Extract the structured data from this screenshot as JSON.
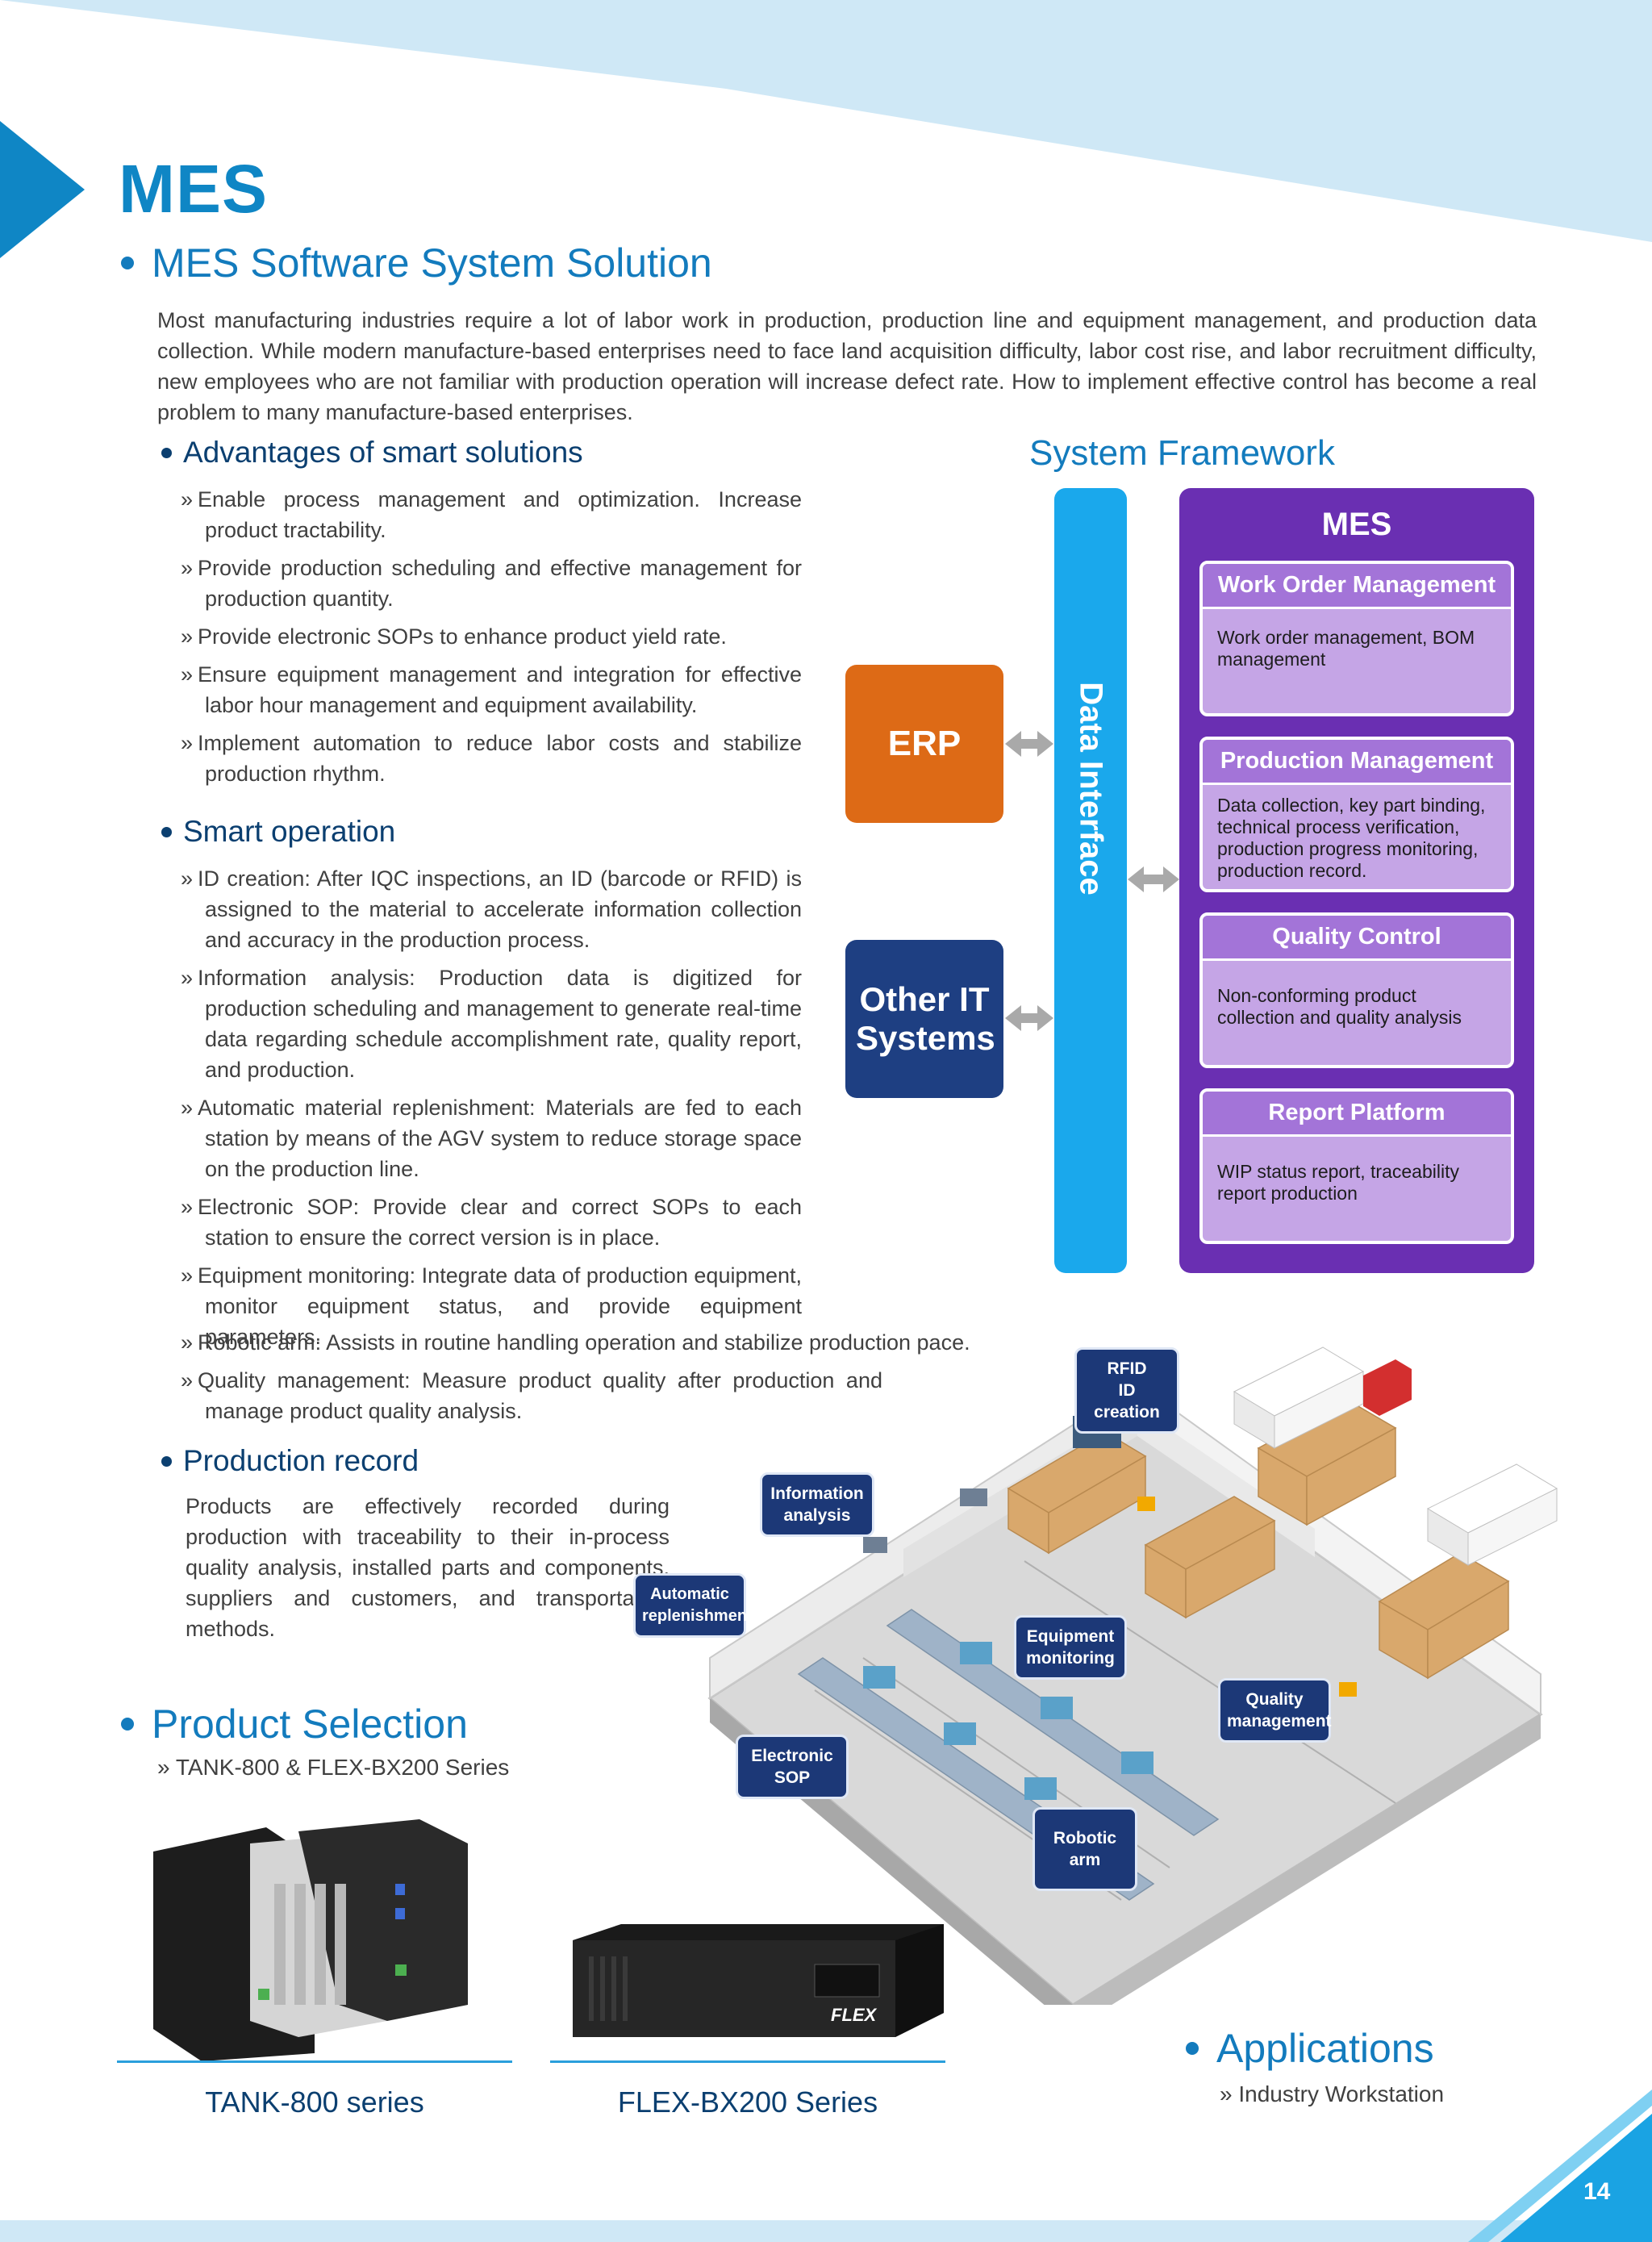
{
  "header": {
    "title": "MES"
  },
  "sections": {
    "solution": {
      "heading": "MES Software System Solution",
      "intro": "Most manufacturing industries require a lot of labor work in production, production line and equipment management, and production data collection. While modern manufacture-based enterprises need to face land acquisition difficulty, labor cost rise, and labor recruitment difficulty, new employees who are not familiar with production operation will increase defect rate. How to implement effective control has become a real problem to many manufacture-based enterprises."
    },
    "advantages": {
      "heading": "Advantages of smart solutions",
      "items": [
        "Enable process management and optimization. Increase product tractability.",
        "Provide production scheduling and effective management for production quantity.",
        "Provide electronic SOPs to enhance product yield rate.",
        "Ensure equipment management and integration for effective labor hour management and equipment availability.",
        "Implement automation to reduce labor costs and stabilize production rhythm."
      ]
    },
    "smart_operation": {
      "heading": "Smart operation",
      "items": [
        "ID creation: After IQC inspections, an ID (barcode or RFID) is assigned to the material to accelerate information collection and accuracy in the production process.",
        "Information analysis: Production data is digitized for production scheduling and management to generate real-time data regarding schedule accomplishment rate, quality report, and production.",
        "Automatic material replenishment: Materials are fed to each station by means of the AGV system to reduce storage space on the production line.",
        "Electronic SOP: Provide clear and correct SOPs to each station to ensure the correct version is in place.",
        "Equipment monitoring: Integrate data of production equipment, monitor equipment status, and provide equipment parameters.",
        "Robotic arm: Assists in routine handling operation and stabilize production pace.",
        "Quality management: Measure product quality after production and manage product quality analysis."
      ]
    },
    "production_record": {
      "heading": "Production record",
      "text": "Products are effectively recorded during production with traceability to their in-process quality analysis, installed parts and components, suppliers and customers, and transportation methods."
    },
    "product_selection": {
      "heading": "Product Selection",
      "note": "» TANK-800 & FLEX-BX200 Series",
      "products": [
        "TANK-800 series",
        "FLEX-BX200 Series"
      ]
    },
    "applications": {
      "heading": "Applications",
      "note": "» Industry Workstation"
    }
  },
  "framework": {
    "title": "System Framework",
    "data_interface": "Data Interface",
    "erp": "ERP",
    "other_it": "Other IT Systems",
    "mes_title": "MES",
    "modules": [
      {
        "name": "Work Order Management",
        "desc": "Work order management, BOM management"
      },
      {
        "name": "Production Management",
        "desc": "Data collection, key part binding, technical process verification, production progress monitoring, production record."
      },
      {
        "name": "Quality Control",
        "desc": "Non-conforming product collection and quality analysis"
      },
      {
        "name": "Report Platform",
        "desc": "WIP status report, traceability report production"
      }
    ],
    "colors": {
      "erp": "#dd6a16",
      "other_it": "#1e3f82",
      "data_bar": "#1aa8ec",
      "mes_panel": "#6a2fb2"
    }
  },
  "factory_callouts": {
    "rfid": "RFID\nID creation",
    "info": "Information\nanalysis",
    "replenish": "Automatic\nreplenishment",
    "equipment": "Equipment\nmonitoring",
    "quality": "Quality\nmanagement",
    "sop": "Electronic\nSOP",
    "robot": "Robotic arm"
  },
  "footer": {
    "page_number": "14"
  }
}
